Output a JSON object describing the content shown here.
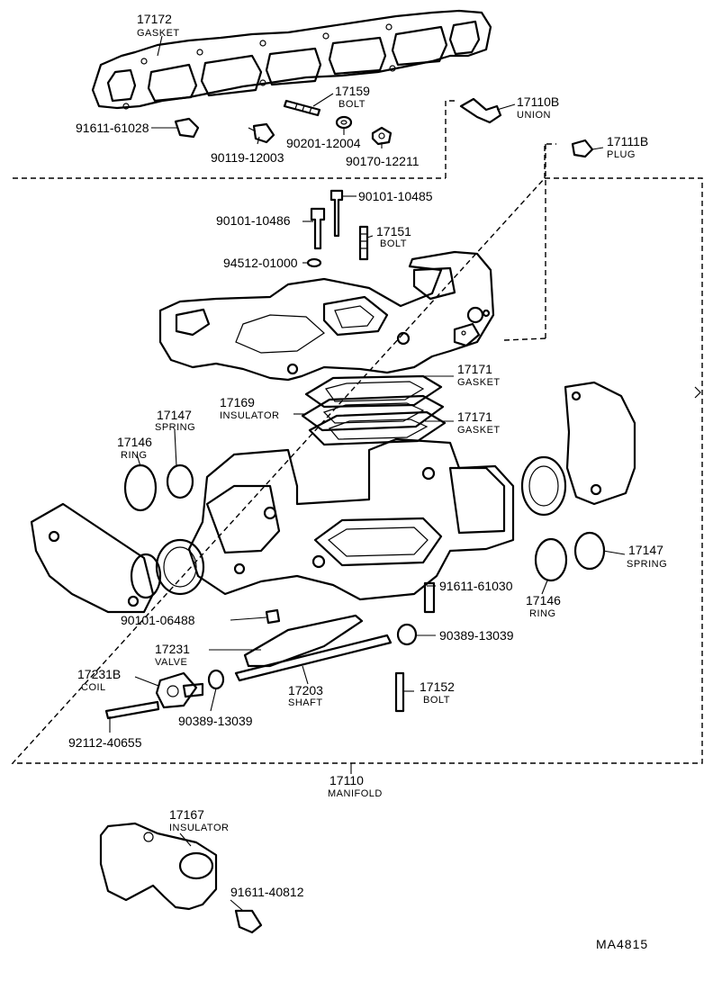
{
  "diagram_code": "MA4815",
  "labels": {
    "p17172": {
      "num": "17172",
      "name": "GASKET"
    },
    "p17159": {
      "num": "17159",
      "name": "BOLT"
    },
    "p17110b": {
      "num": "17110B",
      "name": "UNION"
    },
    "p17111b": {
      "num": "17111B",
      "name": "PLUG"
    },
    "p91611_61028": {
      "num": "91611-61028"
    },
    "p90119_12003": {
      "num": "90119-12003"
    },
    "p90201_12004": {
      "num": "90201-12004"
    },
    "p90170_12211": {
      "num": "90170-12211"
    },
    "p90101_10485": {
      "num": "90101-10485"
    },
    "p90101_10486": {
      "num": "90101-10486"
    },
    "p17151": {
      "num": "17151",
      "name": "BOLT"
    },
    "p94512_01000": {
      "num": "94512-01000"
    },
    "p17171a": {
      "num": "17171",
      "name": "GASKET"
    },
    "p17169": {
      "num": "17169",
      "name": "INSULATOR"
    },
    "p17171b": {
      "num": "17171",
      "name": "GASKET"
    },
    "p17147a": {
      "num": "17147",
      "name": "SPRING"
    },
    "p17146a": {
      "num": "17146",
      "name": "RING"
    },
    "p17147b": {
      "num": "17147",
      "name": "SPRING"
    },
    "p17146b": {
      "num": "17146",
      "name": "RING"
    },
    "p91611_61030": {
      "num": "91611-61030"
    },
    "p90101_06488": {
      "num": "90101-06488"
    },
    "p90389_13039a": {
      "num": "90389-13039"
    },
    "p17231": {
      "num": "17231",
      "name": "VALVE"
    },
    "p17231b": {
      "num": "17231B",
      "name": "COIL"
    },
    "p17203": {
      "num": "17203",
      "name": "SHAFT"
    },
    "p17152": {
      "num": "17152",
      "name": "BOLT"
    },
    "p90389_13039b": {
      "num": "90389-13039"
    },
    "p92112_40655": {
      "num": "92112-40655"
    },
    "p17110": {
      "num": "17110",
      "name": "MANIFOLD"
    },
    "p17167": {
      "num": "17167",
      "name": "INSULATOR"
    },
    "p91611_40812": {
      "num": "91611-40812"
    }
  }
}
